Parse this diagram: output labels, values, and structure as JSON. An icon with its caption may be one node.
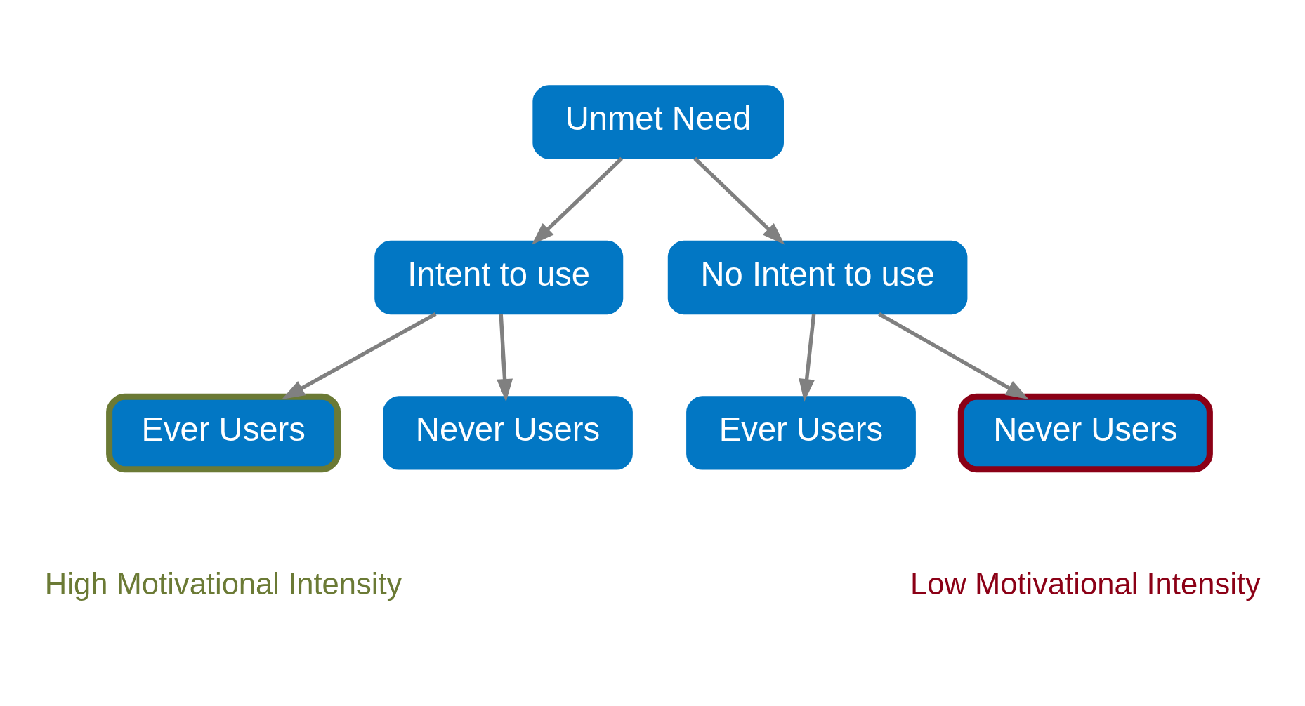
{
  "diagram": {
    "nodes": [
      {
        "text": [
          "Unmet Need"
        ]
      },
      {
        "text": [
          "Intent to use"
        ]
      },
      {
        "text": [
          "No Intent to use"
        ]
      },
      {
        "text": [
          "Ever Users"
        ],
        "beside": [
          "High Motivational Intensity"
        ]
      },
      {
        "text": [
          "Never Users"
        ]
      },
      {
        "text": [
          "Ever Users"
        ]
      },
      {
        "text": [
          "Never Users"
        ],
        "beside": [
          "Low Motivational Intensity"
        ]
      }
    ],
    "edges": [
      {
        "from": 0,
        "to": 1,
        "arrow": "to"
      },
      {
        "from": 0,
        "to": 2,
        "arrow": "to"
      },
      {
        "from": 1,
        "to": 3,
        "arrow": "to"
      },
      {
        "from": 1,
        "to": 4,
        "arrow": "to"
      },
      {
        "from": 2,
        "to": 5,
        "arrow": "to"
      },
      {
        "from": 2,
        "to": 6,
        "arrow": "to"
      }
    ]
  }
}
